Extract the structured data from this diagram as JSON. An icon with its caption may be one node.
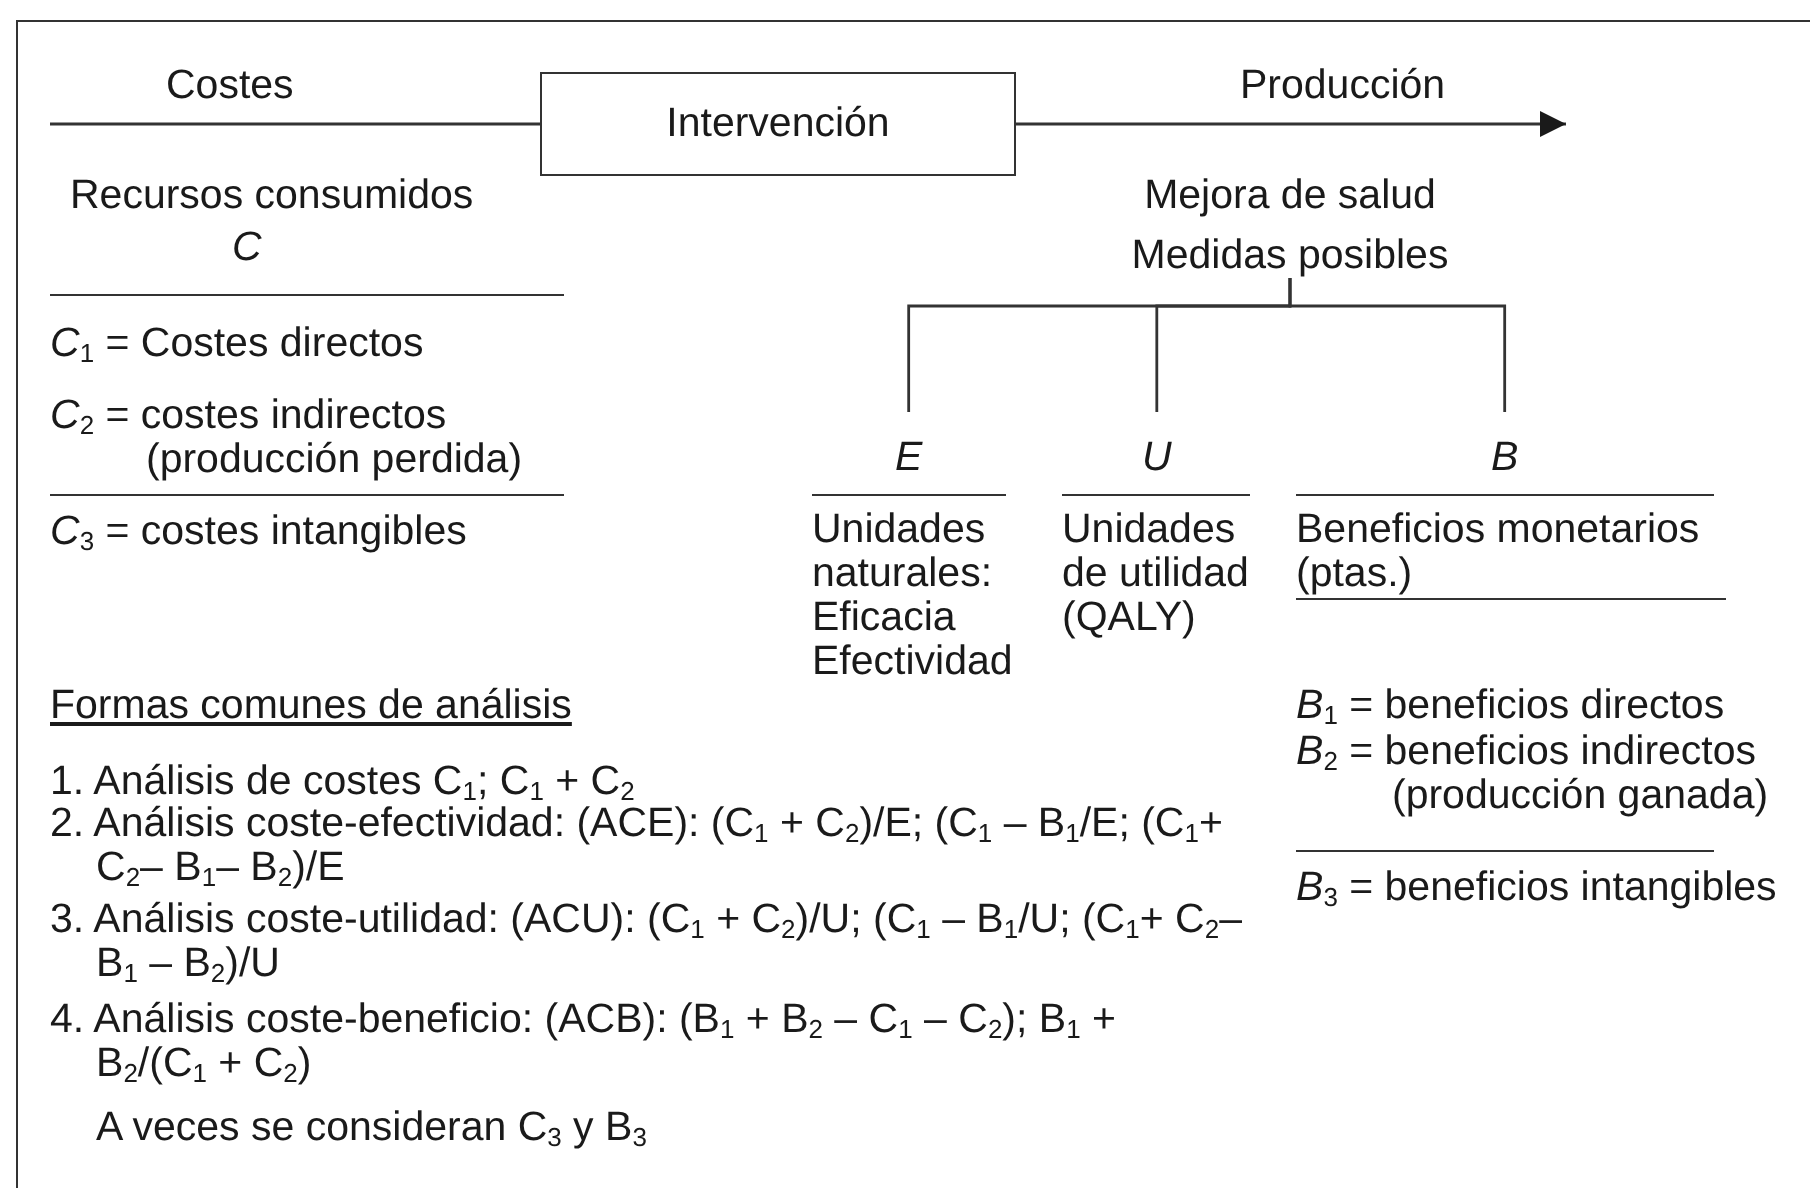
{
  "diagram": {
    "nodes": [
      {
        "text": [
          "Intervención"
        ]
      },
      {
        "text": [
          "Mejora de salud",
          "Medidas posibles"
        ]
      },
      {
        "text": [
          "E",
          "Unidades naturales: Eficacia Efectividad"
        ]
      },
      {
        "text": [
          "U",
          "Unidades de utilidad (QALY)"
        ]
      },
      {
        "text": [
          "B",
          "Beneficios monetarios (ptas.)"
        ]
      }
    ],
    "edges": [
      {
        "from": null,
        "to": 0,
        "arrow": "none",
        "label": "Costes"
      },
      {
        "from": 0,
        "to": null,
        "arrow": "to",
        "label": "Producción"
      },
      {
        "from": 1,
        "to": 2,
        "arrow": "none"
      },
      {
        "from": 1,
        "to": 3,
        "arrow": "none"
      },
      {
        "from": 1,
        "to": 4,
        "arrow": "none"
      }
    ],
    "labels": [
      "Recursos consumidos",
      "C",
      "*C*$_{1}$ = Costes directos",
      "*C*$_{2}$ = costes indirectos (producción perdida)",
      "*C*$_{3}$ = costes intangibles",
      "*B*$_{1}$ = beneficios directos",
      "*B*$_{2}$ = beneficios indirectos (producción ganada)",
      "*B*$_{3}$ = beneficios intangibles",
      "Formas comunes de análisis",
      "1. Análisis de costes C$_{1}$; C$_{1}$ + C$_{2}$",
      "2. Análisis coste-efectividad: (ACE): (C$_{1}$ + C$_{2}$)/E; (C$_{1}$ – B$_{1}$/E; (C$_{1}$+ C$_{2}$– B$_{1}$– B$_{2}$)/E",
      "3. Análisis coste-utilidad: (ACU): (C$_{1}$ + C$_{2}$)/U; (C$_{1}$ – B$_{1}$/U; (C$_{1}$+ C$_{2}$– B$_{1}$ – B$_{2}$)/U",
      "4. Análisis coste-beneficio: (ACB): (B$_{1}$ + B$_{2}$ – C$_{1}$ – C$_{2}$); B$_{1}$ + B$_{2}$/(C$_{1}$ + C$_{2}$)",
      "A veces se consideran C$_{3}$ y B$_{3}$"
    ]
  }
}
